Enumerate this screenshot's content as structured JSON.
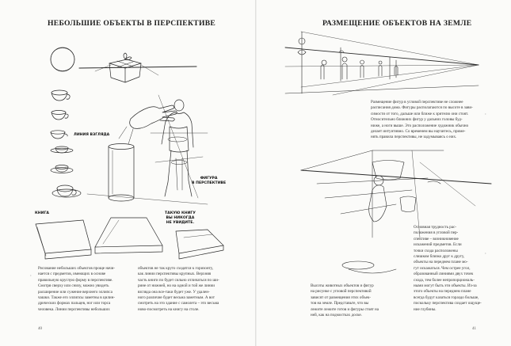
{
  "left_page": {
    "title": "НЕБОЛЬШИЕ ОБЪЕКТЫ В ПЕРСПЕКТИВЕ",
    "labels": {
      "eye_line": "ЛИНИЯ ВЗГЛЯДА",
      "figure_line1": "ФИГУРА",
      "figure_line2": "В ПЕРСПЕКТИВЕ",
      "book": "КНИГА",
      "book_note_line1": "ТАКУЮ КНИГУ",
      "book_note_line2": "ВЫ НИКОГДА",
      "book_note_line3": "НЕ УВИДИТЕ."
    },
    "text_col1": [
      "Рисование небольших объектов проще начи-",
      "нается с предметов, имеющих в основе",
      "правильную круглую форму в перспективе.",
      "Смотря сверху или снизу, можно увидеть",
      "расширение или сужение верхнего эллипса",
      "чашки. Также его эллипсы заметны в цилин-",
      "дрических формах пальцев, ног или торса",
      "человека. Линии перспективы небольших"
    ],
    "text_col2": [
      "объектов не так круто сходятся к горизонту,",
      "как линии перспективы крупных. Верхняя",
      "часть книги по будет сильно отличаться по ши-",
      "рине от нижней, но на одной и той же линии",
      "взгляда она все-таки будет уже. У удален-",
      "ного различие будет весьма заметным. А вот",
      "смотреть на это здание с самолета – это весьма",
      "ново-посмотреть на книгу на столе."
    ],
    "page_number": "40"
  },
  "right_page": {
    "title": "РАЗМЕЩЕНИЕ ОБЪЕКТОВ НА ЗЕМЛЕ",
    "text_top": [
      "Размещение фигур в угловой перспективе не сложнее",
      "расписания дома. Фигуры располагаются по высоте в зави-",
      "симости от того, дальше или ближе к зрителю они стоят.",
      "Относительно ближних фигур у дальних головы буд-",
      "ниже, а ноги выше. Это расположение художник обычно",
      "делает интуитивно. Со временем вы научитесь, приме-",
      "нять правила перспективы, не задумываясь о них."
    ],
    "text_side": [
      "Основная трудность рас-",
      "положения в угловой пер-",
      "спективе – возникновение",
      "искажений предметов. Если",
      "точки схода расположены",
      "слишком близко друг к другу,",
      "объекты на переднем плане мо-",
      "гут искажаться. Чем острее угол,",
      "образованный линиями двух точек",
      "схода, тем более непропорциональ-",
      "ными могут быть эти объекты. Из-за",
      "этого объекты на переднем плане",
      "всегда будут казаться гораздо больше,",
      "поскольку перспектива создает ощуще-",
      "ние глубины."
    ],
    "text_bottom": [
      "Высоты животных объектов и фигур",
      "на рисунке с угловой перспективой",
      "зависят от размещения этих объек-",
      "тов на земле. Представьте, что вы",
      "лежите лежите готов и фигуры стоят на",
      "ней, как на подмостках доске."
    ],
    "page_number": "41"
  }
}
